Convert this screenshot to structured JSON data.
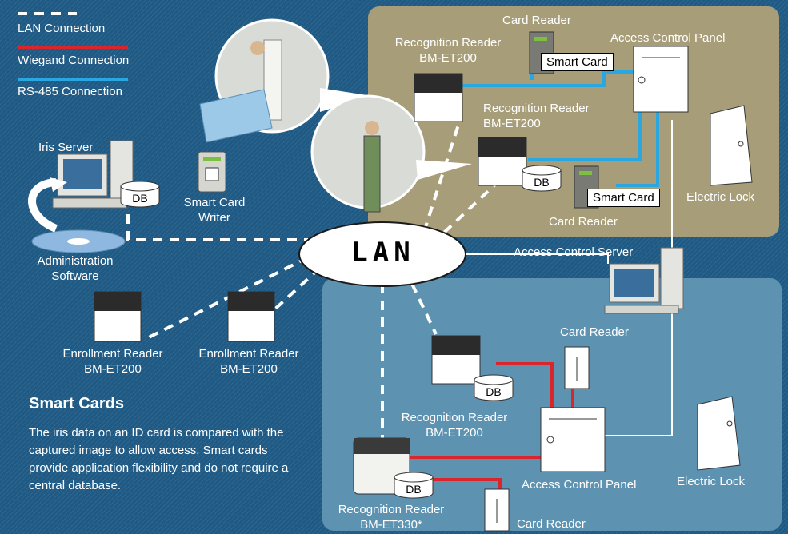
{
  "legend": {
    "lan": "LAN Connection",
    "wiegand": "Wiegand Connection",
    "rs485": "RS-485 Connection"
  },
  "colors": {
    "background": "#1f5a85",
    "lan": "#ffffff",
    "wiegand": "#d9262c",
    "rs485": "#2aa7e0",
    "top_zone": "#a79d79",
    "bottom_zone": "#5e92b1"
  },
  "lan": {
    "label": "LAN"
  },
  "labels": {
    "iris_server": "Iris Server",
    "smart_card_writer": "Smart Card Writer",
    "admin_software": "Administration Software",
    "enroll_reader_1": "Enrollment Reader BM-ET200",
    "enroll_reader_2": "Enrollment Reader BM-ET200",
    "top_card_reader": "Card Reader",
    "top_recog_reader_1": "Recognition Reader BM-ET200",
    "top_recog_reader_2": "Recognition Reader BM-ET200",
    "top_access_panel": "Access Control Panel",
    "top_electric_lock": "Electric Lock",
    "top_card_reader_2": "Card Reader",
    "access_server": "Access Control Server",
    "bottom_card_reader": "Card Reader",
    "bottom_recog_reader_1": "Recognition Reader BM-ET200",
    "bottom_access_panel": "Access Control Panel",
    "bottom_electric_lock": "Electric Lock",
    "bottom_recog_reader_2": "Recognition Reader BM-ET330*",
    "bottom_card_reader_2": "Card Reader",
    "smart_card_1": "Smart Card",
    "smart_card_2": "Smart Card",
    "db": "DB"
  },
  "smart_cards": {
    "title": "Smart Cards",
    "body": "The iris data on an ID card is compared with the captured image to allow access. Smart cards provide application flexibility and do not require a central database."
  }
}
